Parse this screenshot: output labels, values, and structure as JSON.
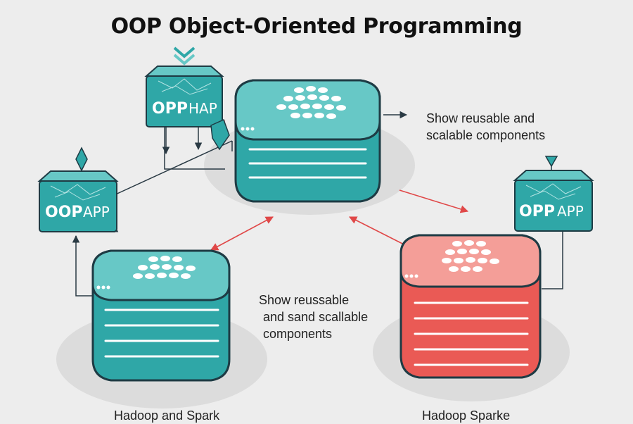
{
  "title": "OOP Object-Oriented Programming",
  "captions": {
    "top_right": [
      "Show reusable and",
      "scalable components"
    ],
    "middle": [
      "Show reussable",
      "and sand scallable",
      "components"
    ],
    "bottom_left": "Hadoop and Spark",
    "bottom_right": "Hadoop Sparke"
  },
  "cubes": [
    {
      "line1": "OPP",
      "line2": "HAP"
    },
    {
      "line1": "OOP",
      "line2": "APP"
    },
    {
      "line1": "OPP",
      "line2": "APP"
    }
  ],
  "colors": {
    "teal": "#2fa7a7",
    "teal_top": "#67c8c6",
    "red": "#ea5a55",
    "red_top": "#f49e98",
    "connector": "#e04848",
    "line": "#2a3a44"
  }
}
